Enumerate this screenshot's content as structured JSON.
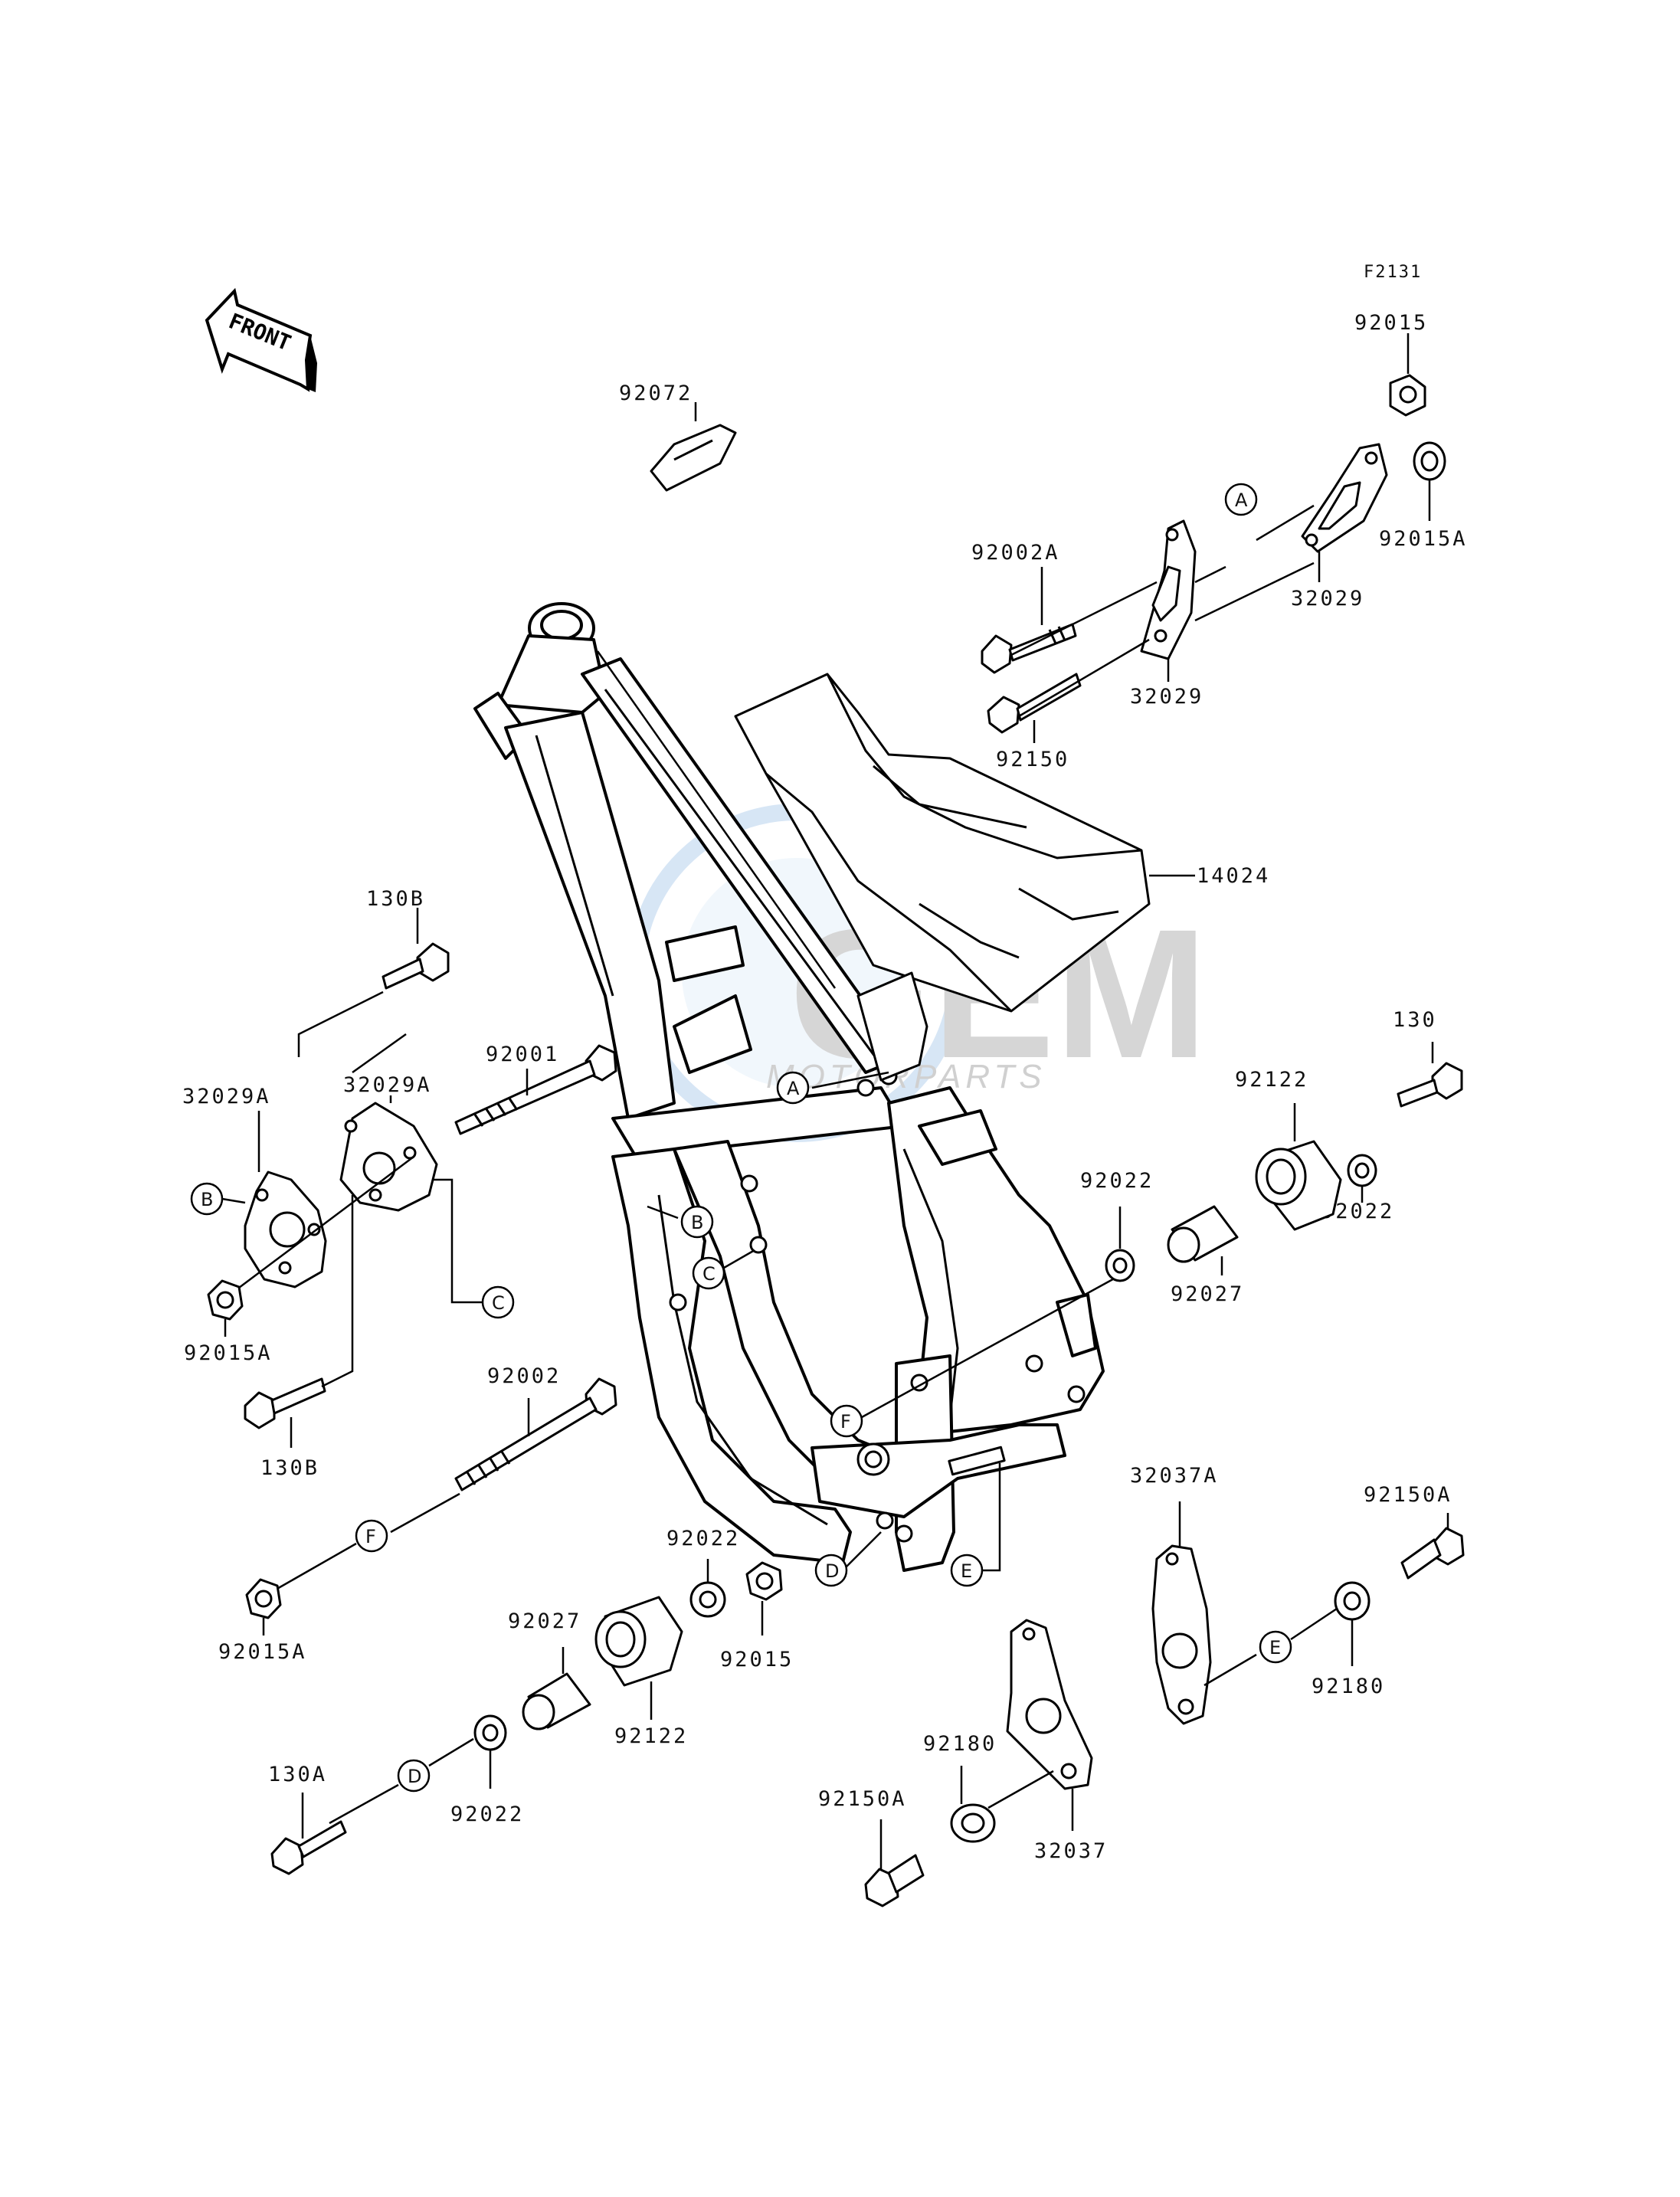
{
  "diagram_code": "F2131",
  "front_label": "FRONT",
  "watermark": {
    "main": "GEM",
    "sub": "MOTORPARTS"
  },
  "part_labels": {
    "p92015_top": "92015",
    "p92072": "92072",
    "p92002A": "92002A",
    "p92015A_right": "92015A",
    "p32029_right": "32029",
    "p32029_mid": "32029",
    "p92150": "92150",
    "p14024": "14024",
    "p130B_top": "130B",
    "p32029A_left": "32029A",
    "p32029A_right": "32029A",
    "p92001": "92001",
    "p92015A_left": "92015A",
    "p130B_bottom": "130B",
    "p92002": "92002",
    "p92015A_bottom": "92015A",
    "p130": "130",
    "p92122_right": "92122",
    "p92022_right": "92022",
    "p92022_mid": "92022",
    "p92027_right": "92027",
    "p32037A": "32037A",
    "p92150A_right": "92150A",
    "p92180_right": "92180",
    "p92022_center": "92022",
    "p92015_center": "92015",
    "p92027_left": "92027",
    "p92122_left": "92122",
    "p130A": "130A",
    "p92022_bottom": "92022",
    "p92180_bottom": "92180",
    "p92150A_bottom": "92150A",
    "p32037": "32037"
  },
  "ref_markers": {
    "A_top": "A",
    "A_frame": "A",
    "B_left": "B",
    "B_frame": "B",
    "C_left": "C",
    "C_frame": "C",
    "D_bottom": "D",
    "D_frame": "D",
    "E_right": "E",
    "E_frame": "E",
    "F_left": "F",
    "F_frame": "F"
  }
}
